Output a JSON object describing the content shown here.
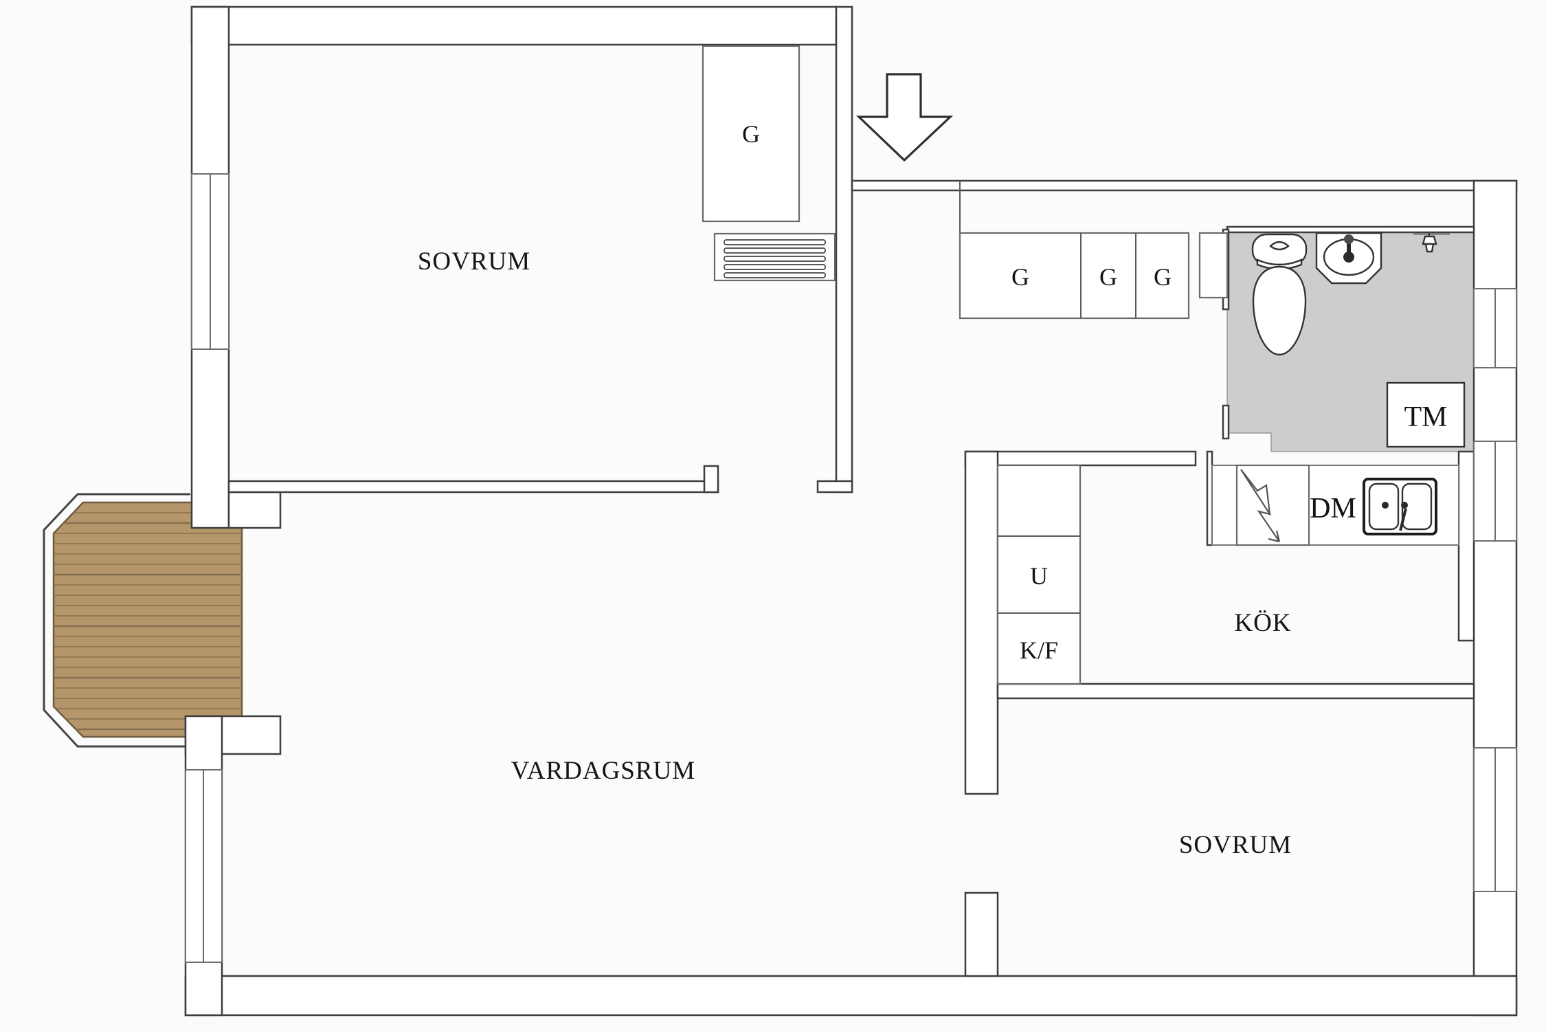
{
  "plan": {
    "type": "apartment-floor-plan",
    "rooms": {
      "bedroom_top": {
        "label": "SOVRUM"
      },
      "living_room": {
        "label": "VARDAGSRUM"
      },
      "kitchen": {
        "label": "KÖK"
      },
      "bedroom_bottom": {
        "label": "SOVRUM"
      }
    },
    "closets": {
      "bedroom_wardrobe": "G",
      "hall_wardrobe_1": "G",
      "hall_wardrobe_2": "G",
      "hall_wardrobe_3": "G"
    },
    "appliances": {
      "washing_machine": "TM",
      "dishwasher": "DM",
      "oven": "U",
      "fridge_freezer": "K/F"
    },
    "colors": {
      "bathroom_floor": "#cdcdcd",
      "bathroom_floor_edge": "#9a9a9a",
      "deck_wood": "#b5966a",
      "deck_plank_line": "#85704e",
      "wall_line": "#3e3e3e"
    }
  }
}
